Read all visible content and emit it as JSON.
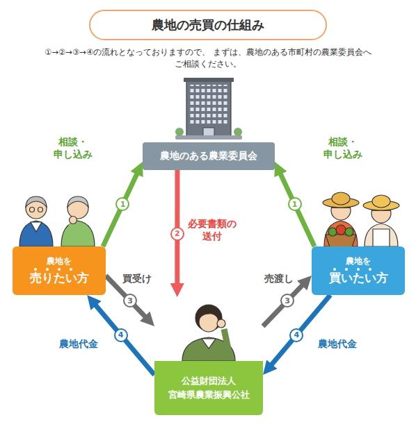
{
  "diagram": {
    "title": "農地の売買の仕組み",
    "nodes": [
      {
        "text": [
          "農地のある農業委員会"
        ]
      },
      {
        "text": [
          "農地を",
          "売りたい方"
        ]
      },
      {
        "text": [
          "農地を",
          "買いたい方"
        ]
      },
      {
        "text": [
          "公益財団法人",
          "宮崎県農業振興公社"
        ]
      }
    ],
    "edges": [
      {
        "from": 1,
        "to": 0,
        "label": "相談・ 申し込み",
        "arrow": "to"
      },
      {
        "from": 2,
        "to": 0,
        "label": "相談・ 申し込み",
        "arrow": "to"
      },
      {
        "from": 0,
        "to": 3,
        "label": "必要書類の 送付",
        "arrow": "to"
      },
      {
        "from": 1,
        "to": 3,
        "label": "買受け",
        "arrow": "to"
      },
      {
        "from": 3,
        "to": 2,
        "label": "売渡し",
        "arrow": "to"
      },
      {
        "from": 3,
        "to": 1,
        "label": "農地代金",
        "arrow": "to"
      },
      {
        "from": 2,
        "to": 3,
        "label": "農地代金",
        "arrow": "to"
      }
    ],
    "labels": [
      "①→②→③→④の流れとなっておりますので、 まずは、農地のある市町村の農業委員会へご相談ください。",
      "1",
      "1",
      "2",
      "3",
      "3",
      "4",
      "4"
    ]
  }
}
